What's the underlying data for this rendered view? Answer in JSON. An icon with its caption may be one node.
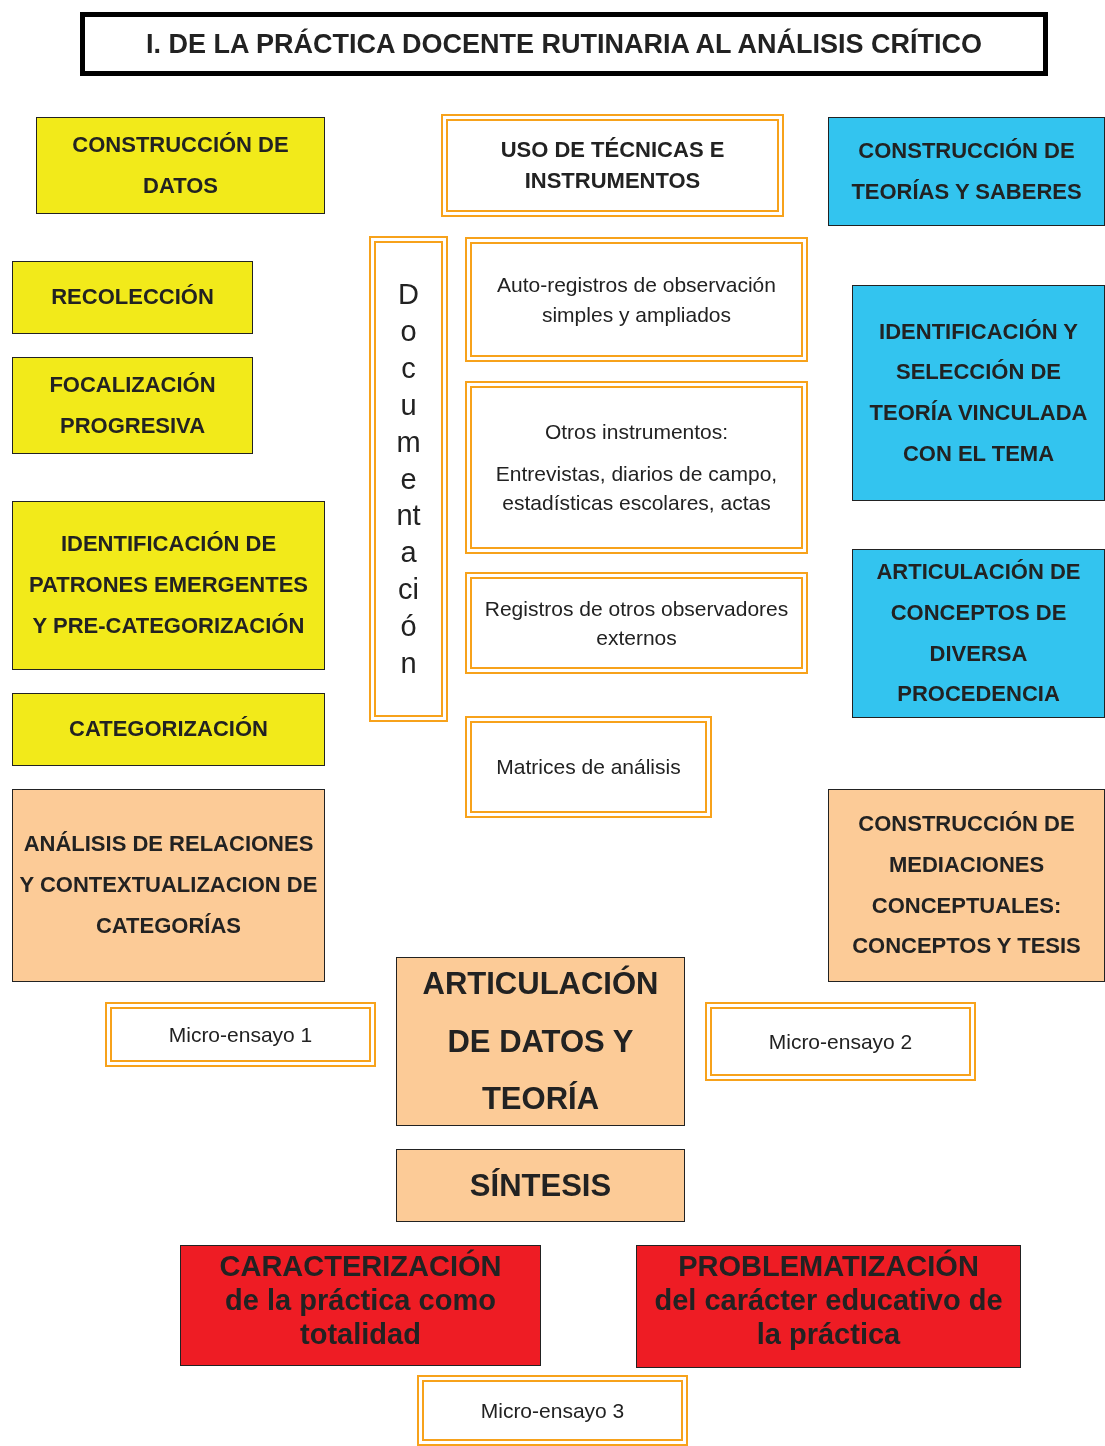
{
  "diagram": {
    "title": "I. DE LA PRÁCTICA DOCENTE RUTINARIA AL ANÁLISIS CRÍTICO",
    "nodes": [
      {
        "text": [
          "CONSTRUCCIÓN DE DATOS"
        ]
      },
      {
        "text": [
          "USO DE TÉCNICAS E INSTRUMENTOS"
        ]
      },
      {
        "text": [
          "CONSTRUCCIÓN DE TEORÍAS Y SABERES"
        ]
      },
      {
        "text": [
          "RECOLECCIÓN"
        ]
      },
      {
        "text": [
          "Documentación"
        ]
      },
      {
        "text": [
          "Auto-registros de observación simples y ampliados"
        ]
      },
      {
        "text": [
          "IDENTIFICACIÓN Y SELECCIÓN DE TEORÍA VINCULADA CON EL TEMA"
        ]
      },
      {
        "text": [
          "FOCALIZACIÓN PROGRESIVA"
        ]
      },
      {
        "text": [
          "Otros instrumentos:",
          "Entrevistas, diarios de campo, estadísticas escolares, actas"
        ]
      },
      {
        "text": [
          "IDENTIFICACIÓN DE PATRONES EMERGENTES Y PRE-CATEGORIZACIÓN"
        ]
      },
      {
        "text": [
          "ARTICULACIÓN DE CONCEPTOS DE DIVERSA PROCEDENCIA"
        ]
      },
      {
        "text": [
          "Registros de otros observadores externos"
        ]
      },
      {
        "text": [
          "CATEGORIZACIÓN"
        ]
      },
      {
        "text": [
          "Matrices de análisis"
        ]
      },
      {
        "text": [
          "ANÁLISIS DE RELACIONES Y CONTEXTUALIZACION DE CATEGORÍAS"
        ]
      },
      {
        "text": [
          "CONSTRUCCIÓN DE MEDIACIONES CONCEPTUALES: CONCEPTOS Y TESIS"
        ]
      },
      {
        "text": [
          "ARTICULACIÓN DE DATOS Y TEORÍA"
        ]
      },
      {
        "text": [
          "Micro-ensayo 1"
        ]
      },
      {
        "text": [
          "Micro-ensayo 2"
        ]
      },
      {
        "text": [
          "SÍNTESIS"
        ]
      },
      {
        "text": [
          "CARACTERIZACIÓN",
          "de la práctica como totalidad"
        ]
      },
      {
        "text": [
          "PROBLEMATIZACIÓN",
          "del carácter educativo de la práctica"
        ]
      },
      {
        "text": [
          "Micro-ensayo 3"
        ]
      }
    ]
  }
}
